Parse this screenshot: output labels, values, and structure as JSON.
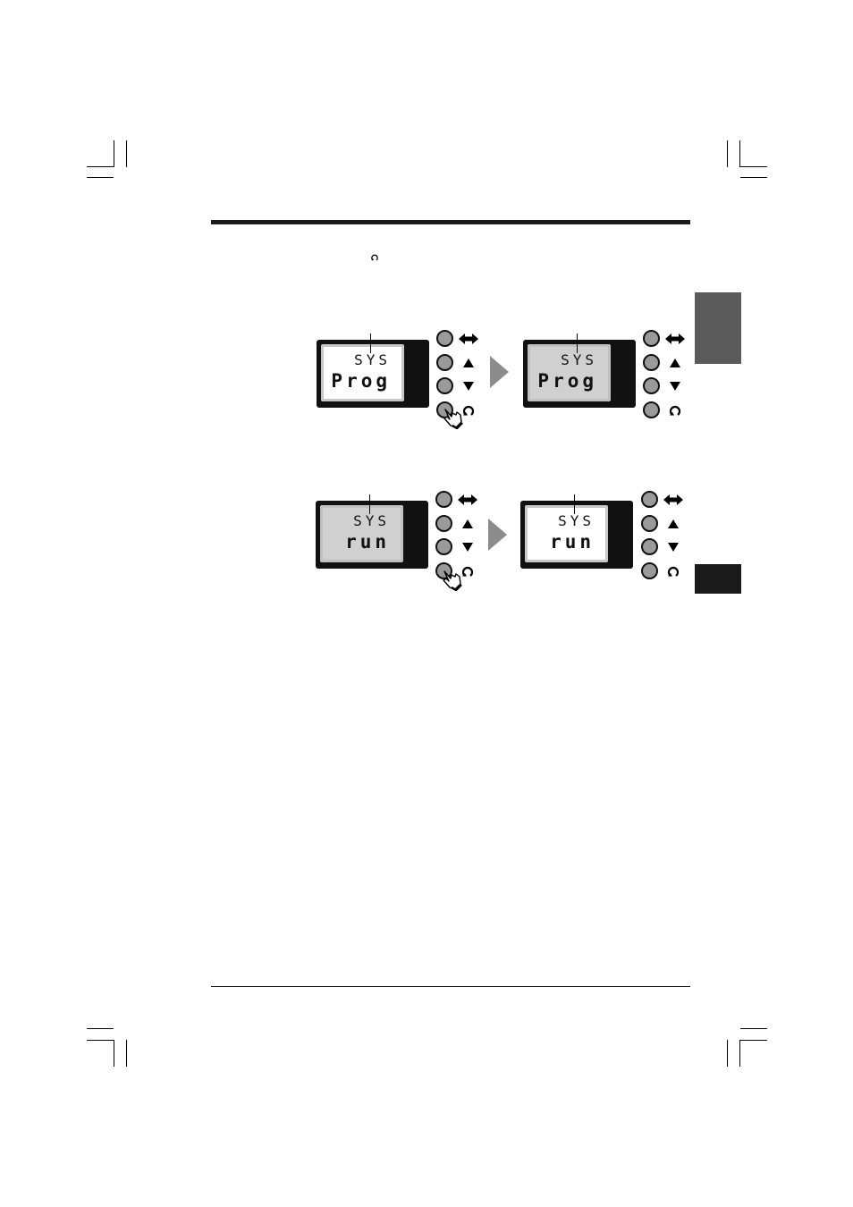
{
  "steps": [
    {
      "before": {
        "line1": "SYS",
        "line2": "Prog",
        "screen": "lit"
      },
      "after": {
        "line1": "SYS",
        "line2": "Prog",
        "screen": "dim"
      }
    },
    {
      "before": {
        "line1": "SYS",
        "line2": "run",
        "screen": "dim"
      },
      "after": {
        "line1": "SYS",
        "line2": "run",
        "screen": "lit"
      }
    }
  ],
  "keys": [
    {
      "name": "mode",
      "icon": "left-right-arrow-icon"
    },
    {
      "name": "up",
      "icon": "up-triangle-icon"
    },
    {
      "name": "down",
      "icon": "down-triangle-icon"
    },
    {
      "name": "enter",
      "icon": "cycle-arrow-icon"
    }
  ],
  "colors": {
    "tab_gray": "#5a5a5a",
    "tab_black": "#1a1a1a",
    "screen_dim": "#d0d0d0",
    "key_fill": "#9a9a9a"
  }
}
